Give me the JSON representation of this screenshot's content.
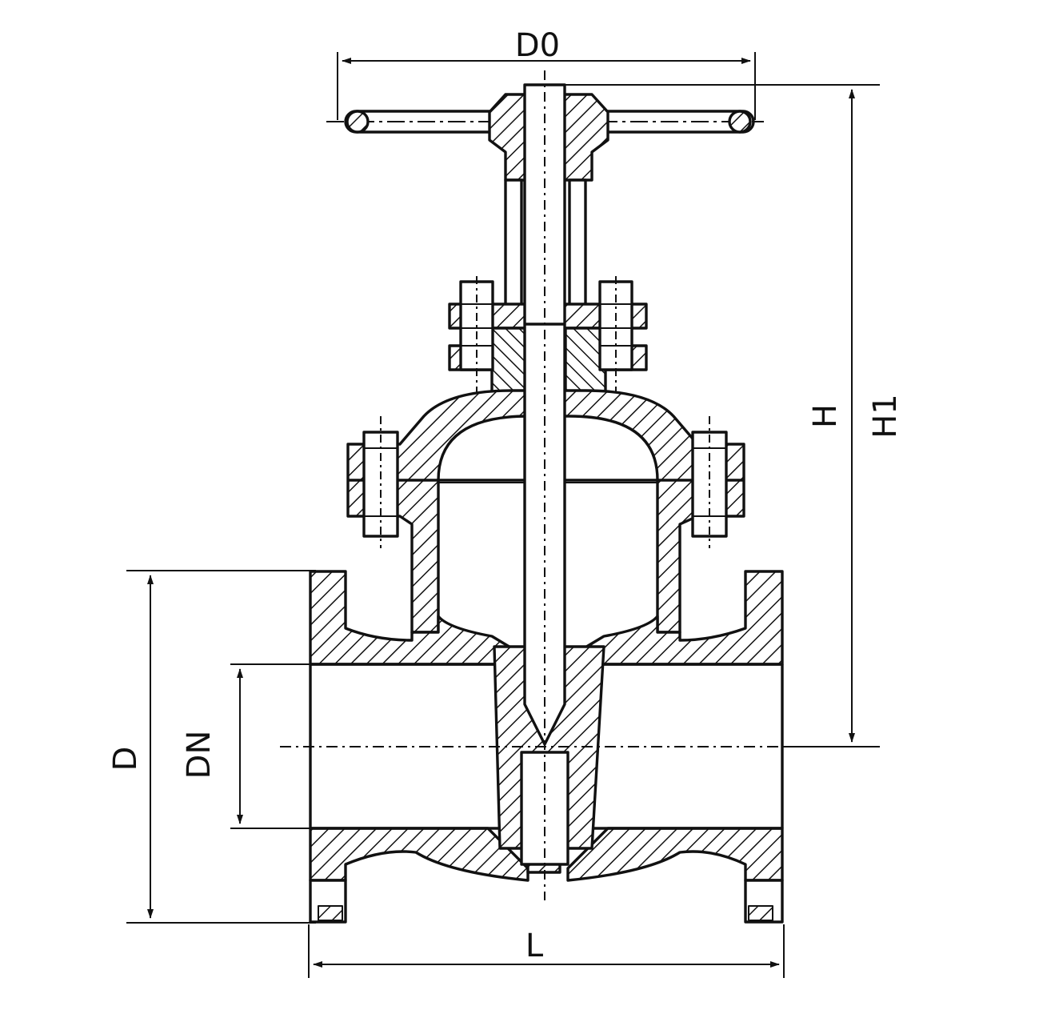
{
  "diagram": {
    "labels": {
      "d0": "D0",
      "h": "H",
      "h1": "H1",
      "d": "D",
      "dn": "DN",
      "l": "L"
    },
    "colors": {
      "ink": "#111111",
      "paper": "#ffffff"
    }
  }
}
